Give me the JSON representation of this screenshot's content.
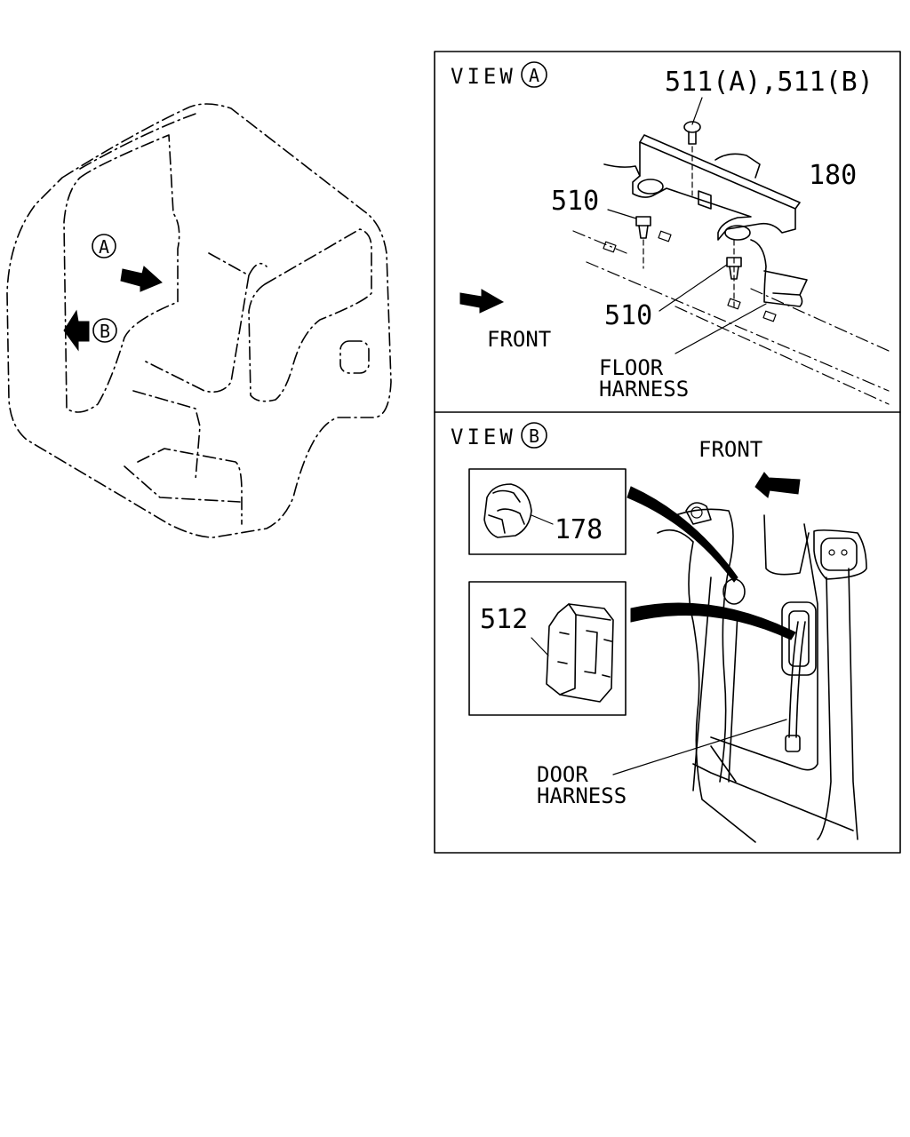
{
  "cab": {
    "marker_a": "A",
    "marker_b": "B"
  },
  "view_a": {
    "title": "VIEW",
    "marker": "A",
    "labels": {
      "bolt": "511(A),511(B)",
      "bracket": "180",
      "clip_upper": "510",
      "clip_lower": "510",
      "front": "FRONT",
      "harness_line1": "FLOOR",
      "harness_line2": "HARNESS"
    }
  },
  "view_b": {
    "title": "VIEW",
    "marker": "B",
    "labels": {
      "grommet": "178",
      "cover": "512",
      "front": "FRONT",
      "harness_line1": "DOOR",
      "harness_line2": "HARNESS"
    }
  }
}
